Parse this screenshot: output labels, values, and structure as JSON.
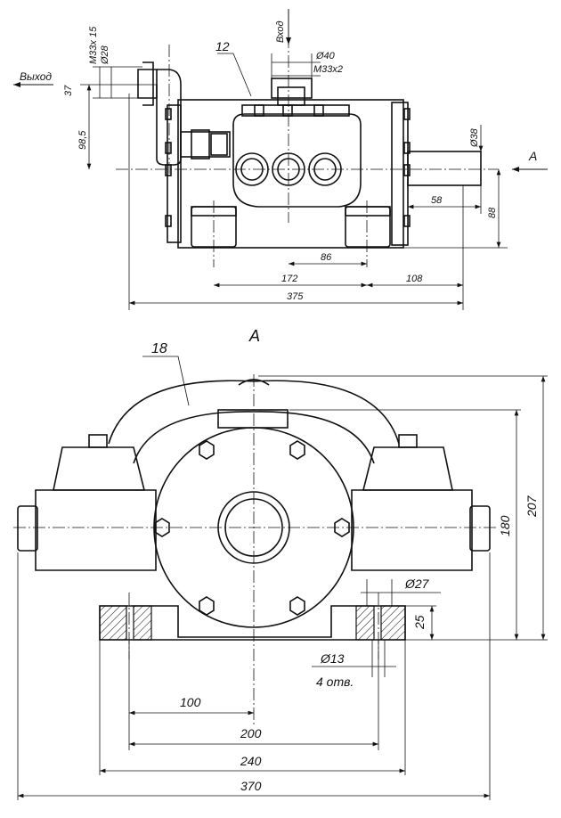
{
  "top_view": {
    "outlet_label": "Выход",
    "inlet_label": "Вход",
    "callout_12": "12",
    "dim_m33_15": "M33x 15",
    "dim_d28": "Ø28",
    "dim_37": "37",
    "dim_98_5": "98,5",
    "dim_d40": "Ø40",
    "dim_m33x2": "M33x2",
    "dim_d38": "Ø38",
    "dim_58": "58",
    "dim_88": "88",
    "dim_86": "86",
    "dim_172": "172",
    "dim_108": "108",
    "dim_375": "375",
    "view_arrow_label": "A"
  },
  "side_view": {
    "view_title": "A",
    "callout_18": "18",
    "dim_d27": "Ø27",
    "dim_25": "25",
    "dim_180": "180",
    "dim_207": "207",
    "dim_d13": "Ø13",
    "holes_note": "4 отв.",
    "dim_100": "100",
    "dim_200": "200",
    "dim_240": "240",
    "dim_370": "370"
  }
}
